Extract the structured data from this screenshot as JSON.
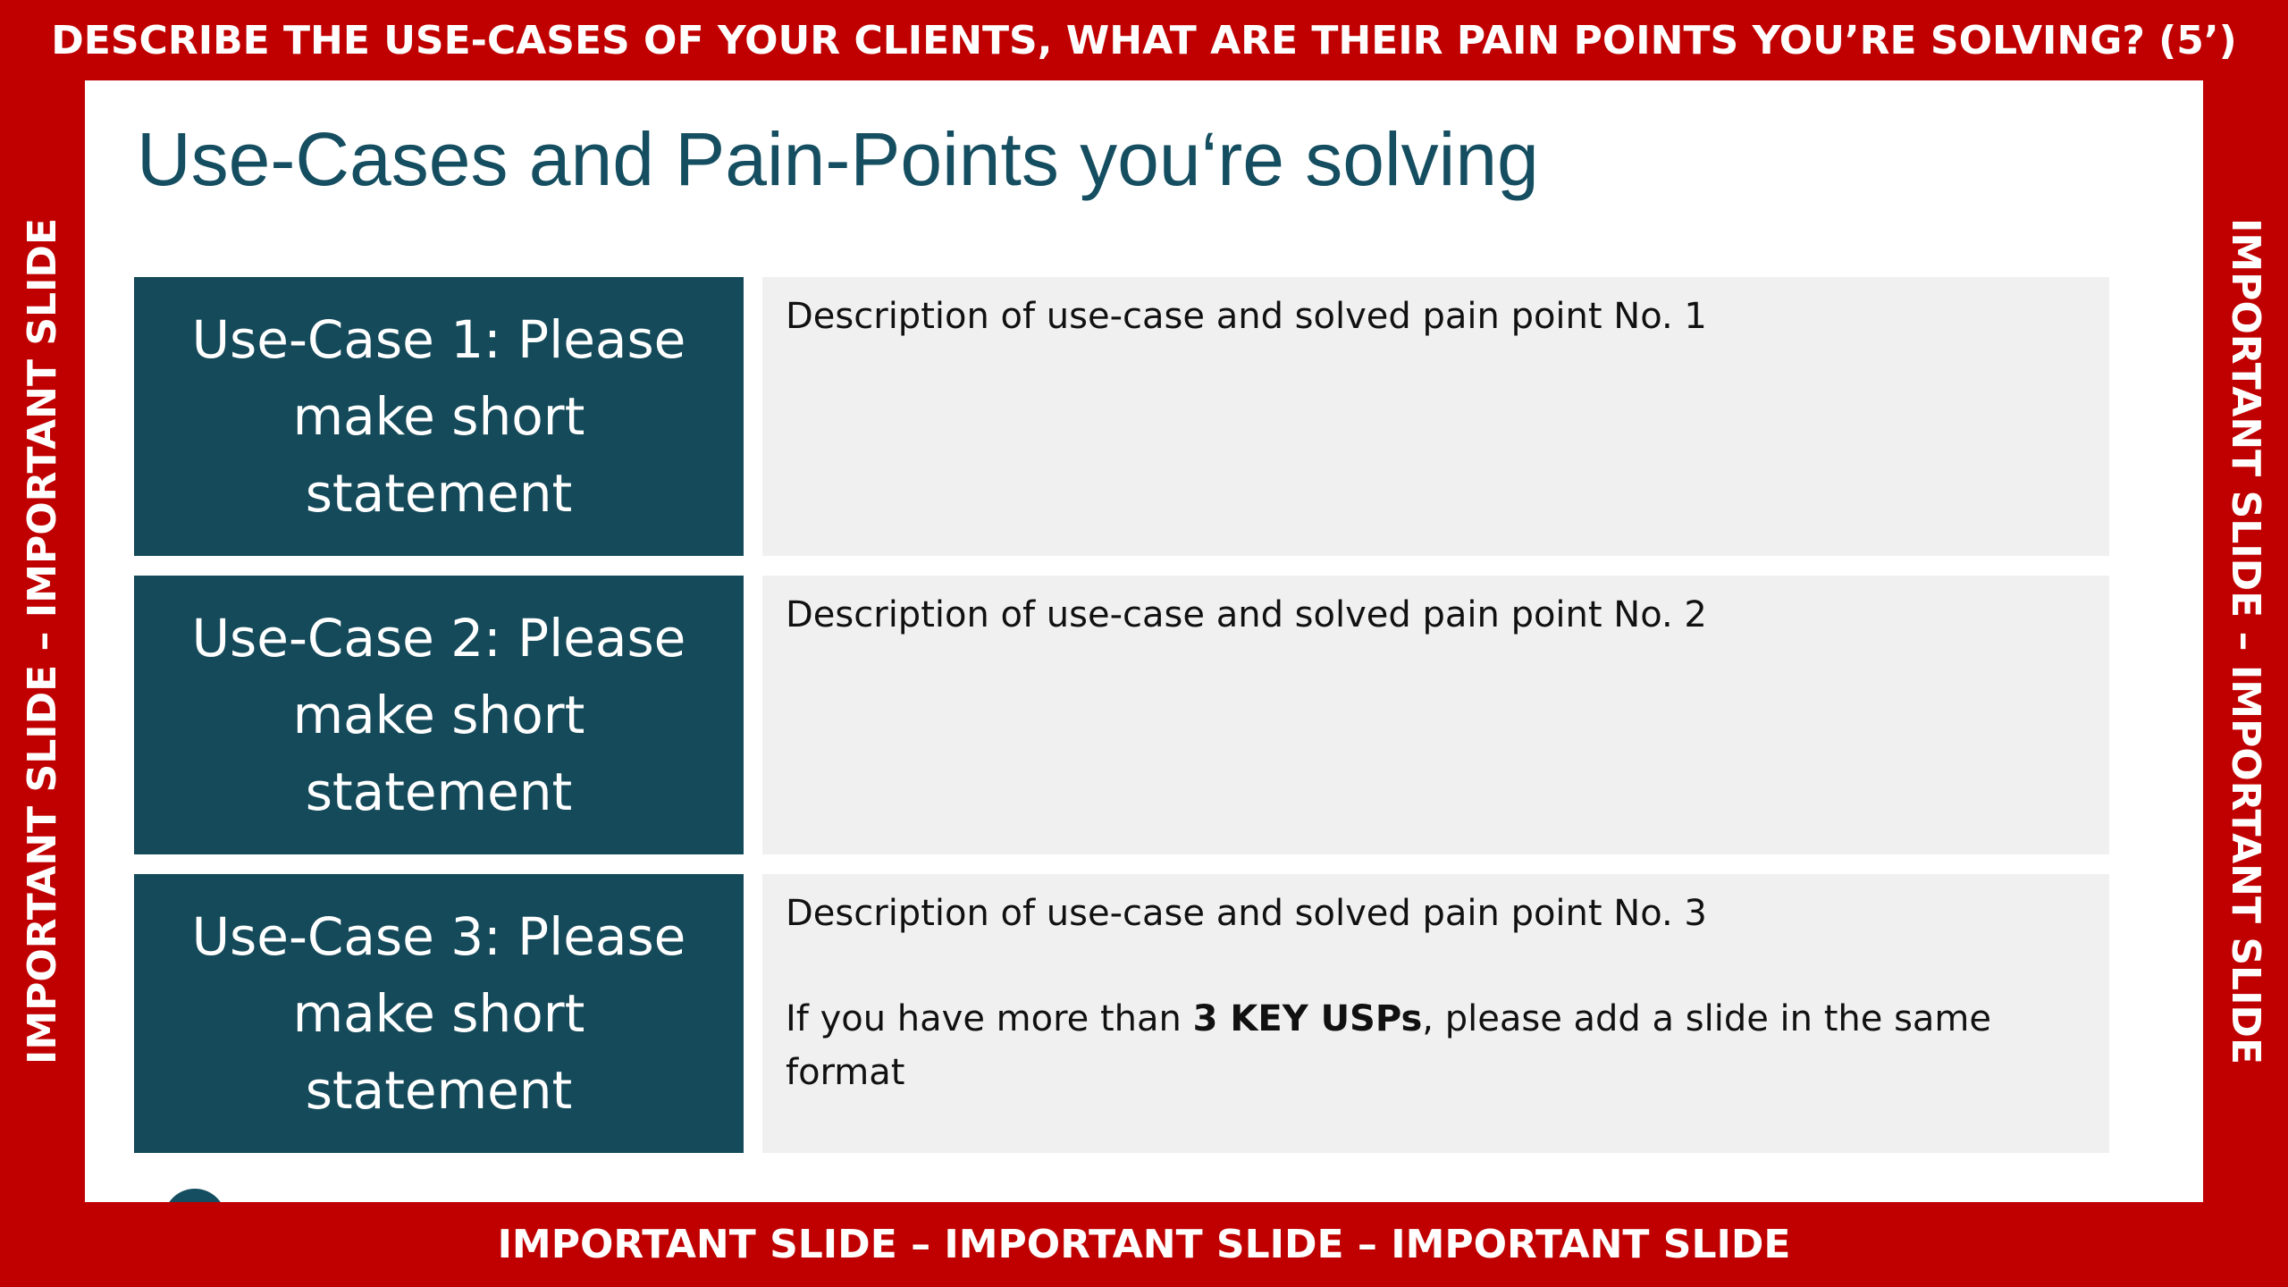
{
  "banners": {
    "top": "DESCRIBE THE USE-CASES OF YOUR CLIENTS, WHAT ARE THEIR PAIN POINTS YOU’RE SOLVING? (5’)",
    "bottom": "IMPORTANT SLIDE – IMPORTANT SLIDE – IMPORTANT SLIDE",
    "left": "IMPORTANT SLIDE – IMPORTANT SLIDE",
    "right": "IMPORTANT SLIDE – IMPORTANT SLIDE"
  },
  "slide": {
    "title": "Use-Cases and Pain-Points you‘re solving",
    "rows": [
      {
        "case_lines": [
          "Use-Case 1: Please",
          "make short",
          "statement"
        ],
        "description": "Description of use-case and solved pain point No. 1"
      },
      {
        "case_lines": [
          "Use-Case 2: Please",
          "make short",
          "statement"
        ],
        "description": "Description of use-case and solved pain point No. 2"
      },
      {
        "case_lines": [
          "Use-Case 3: Please",
          "make short",
          "statement"
        ],
        "description": "Description of use-case and solved pain point No. 3",
        "note_before": "If you have more than ",
        "note_bold": "3 KEY USPs",
        "note_after": ", please add a slide in the same format"
      }
    ]
  },
  "colors": {
    "frame": "#C00000",
    "case_box": "#144a5a",
    "title": "#154e60",
    "desc_box": "#f0f0f0"
  }
}
